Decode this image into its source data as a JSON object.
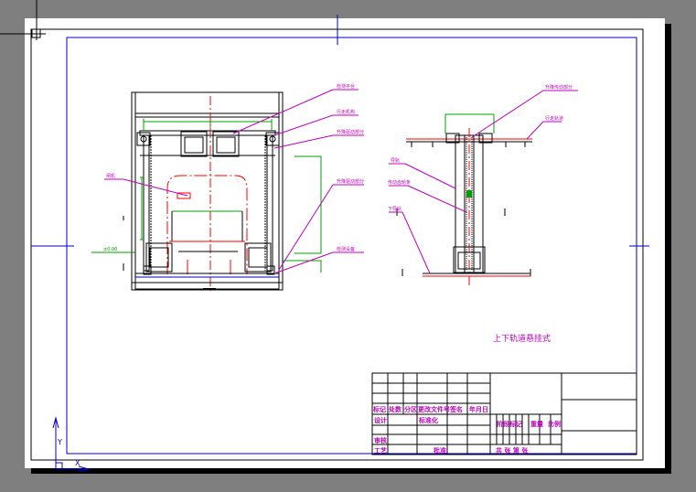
{
  "colors": {
    "background": "#7f7f7f",
    "paper": "#ffffff",
    "shadow": "#000000",
    "frame": "#0000c8",
    "annotation": "#c000c0",
    "dimension": "#00a000",
    "centerline": "#ff0000",
    "structure": "#000000"
  },
  "drawing": {
    "view_title": "上下轨道悬挂式",
    "left_view_labels": {
      "l1": "检测平台",
      "l2": "行走机构",
      "l3": "升降驱动部分",
      "l4": "升降驱动部分",
      "l5": "检测设备",
      "l6": "闸机"
    },
    "right_view_labels": {
      "r1": "升降传动部分",
      "r2": "行走轨道",
      "r3": "导轨",
      "r4": "传动齿轮条",
      "r5": "下导轨"
    },
    "ground_label": "±0.00"
  },
  "title_block": {
    "header_row": [
      "标记",
      "处数",
      "分区",
      "更改文件号",
      "签名",
      "年月日"
    ],
    "design": "设计",
    "standardize": "标准化",
    "check": "审核",
    "process": "工艺",
    "approve": "批准",
    "stage_marks": "阶段标记",
    "weight": "重量",
    "scale": "比例",
    "sheets": "共  张  第  张"
  }
}
